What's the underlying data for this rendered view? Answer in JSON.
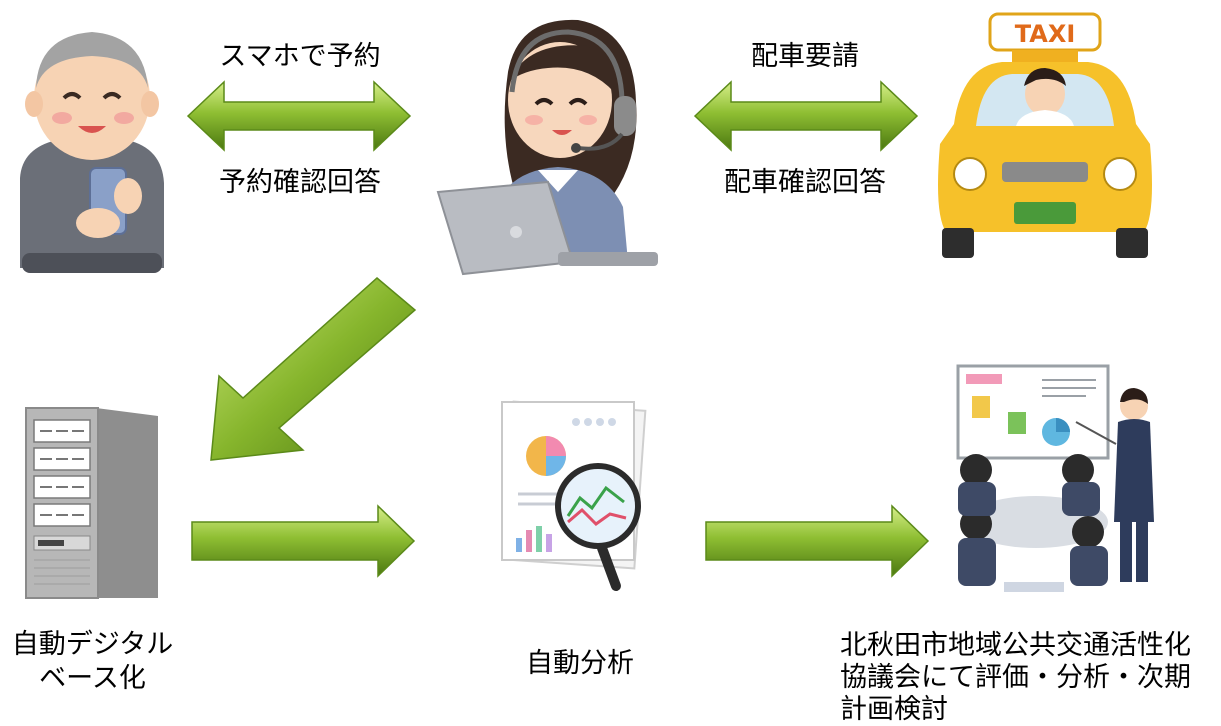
{
  "arrows": {
    "user_operator_top": "スマホで予約",
    "user_operator_bottom": "予約確認回答",
    "operator_taxi_top": "配車要請",
    "operator_taxi_bottom": "配車確認回答"
  },
  "taxi_sign": "TAXI",
  "nodes": {
    "database": {
      "line1": "自動デジタル",
      "line2": "ベース化"
    },
    "analysis": {
      "label": "自動分析"
    },
    "council": {
      "line1": "北秋田市地域公共交通活性化",
      "line2": "協議会にて評価・分析・次期",
      "line3": "計画検討"
    }
  },
  "colors": {
    "arrow_light": "#b5d957",
    "arrow_mid": "#7fae2a",
    "arrow_dark": "#4e7a12",
    "taxi_yellow": "#f6c12a",
    "server_gray": "#9a9a9a"
  }
}
